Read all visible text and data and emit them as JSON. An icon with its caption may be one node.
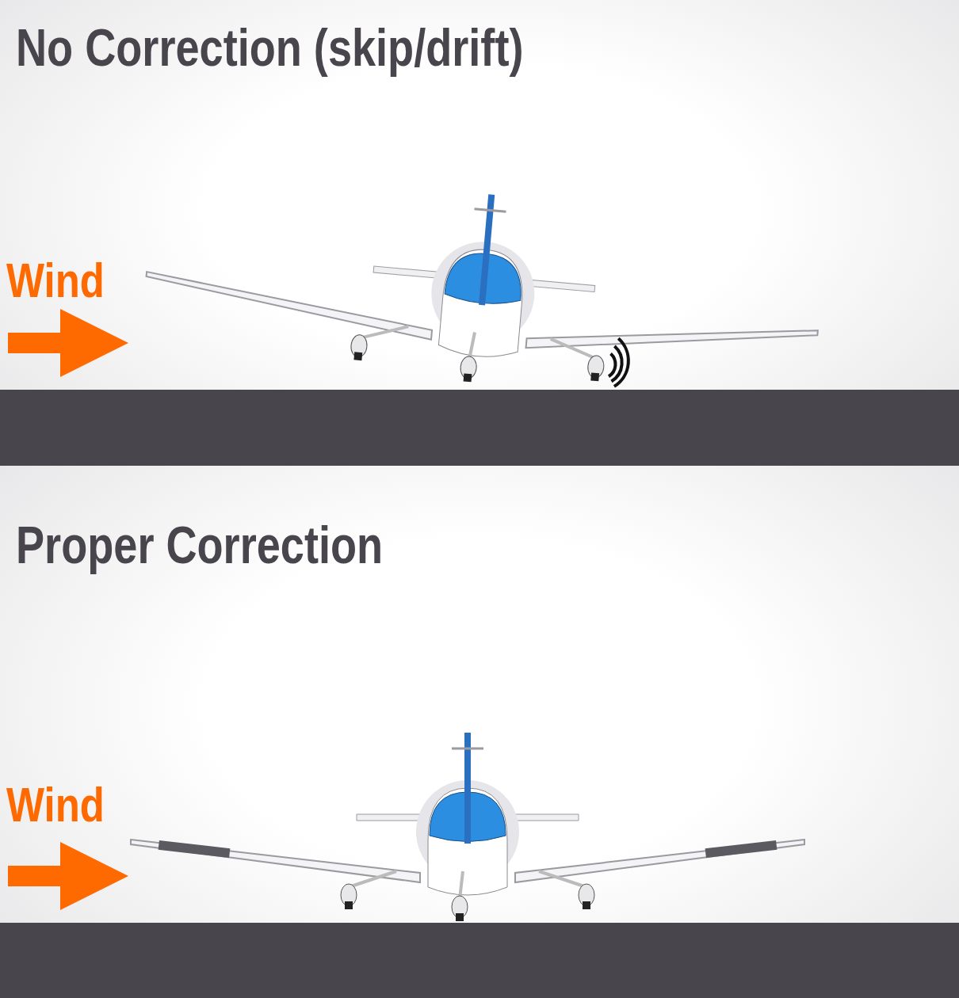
{
  "diagram": {
    "labels": [
      "No Correction (skip/drift)",
      "Wind",
      "Proper Correction",
      "Wind"
    ]
  }
}
